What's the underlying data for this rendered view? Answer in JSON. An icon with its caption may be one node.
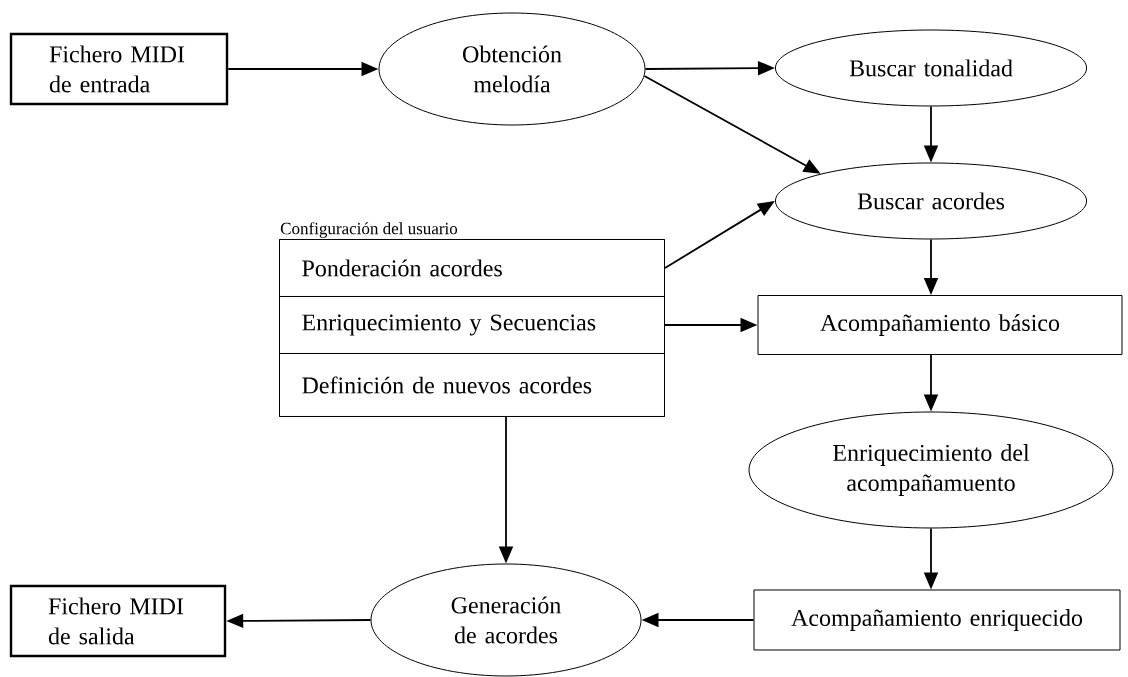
{
  "diagram": {
    "nodes": [
      {
        "text": [
          "Fichero MIDI de entrada"
        ]
      },
      {
        "text": [
          "Obtención melodía"
        ]
      },
      {
        "text": [
          "Buscar tonalidad"
        ]
      },
      {
        "text": [
          "Buscar acordes"
        ]
      },
      {
        "text": [
          "Configuración del usuario"
        ]
      },
      {
        "text": [
          "Ponderación acordes"
        ],
        "in": 4
      },
      {
        "text": [
          "Enriquecimiento y Secuencias"
        ],
        "in": 4
      },
      {
        "text": [
          "Definición de nuevos acordes"
        ],
        "in": 4
      },
      {
        "text": [
          "Acompañamiento básico"
        ]
      },
      {
        "text": [
          "Enriquecimiento del acompañamuento"
        ]
      },
      {
        "text": [
          "Acompañamiento enriquecido"
        ]
      },
      {
        "text": [
          "Generación de acordes"
        ]
      },
      {
        "text": [
          "Fichero MIDI de salida"
        ]
      }
    ],
    "edges": [
      {
        "from": 0,
        "to": 1,
        "arrow": "to"
      },
      {
        "from": 1,
        "to": 2,
        "arrow": "to"
      },
      {
        "from": 1,
        "to": 3,
        "arrow": "to"
      },
      {
        "from": 2,
        "to": 3,
        "arrow": "to"
      },
      {
        "from": 5,
        "to": 3,
        "arrow": "to"
      },
      {
        "from": 6,
        "to": 8,
        "arrow": "to"
      },
      {
        "from": 3,
        "to": 8,
        "arrow": "to"
      },
      {
        "from": 8,
        "to": 9,
        "arrow": "to"
      },
      {
        "from": 9,
        "to": 10,
        "arrow": "to"
      },
      {
        "from": 10,
        "to": 11,
        "arrow": "to"
      },
      {
        "from": 7,
        "to": 11,
        "arrow": "to"
      },
      {
        "from": 11,
        "to": 12,
        "arrow": "to"
      }
    ]
  }
}
